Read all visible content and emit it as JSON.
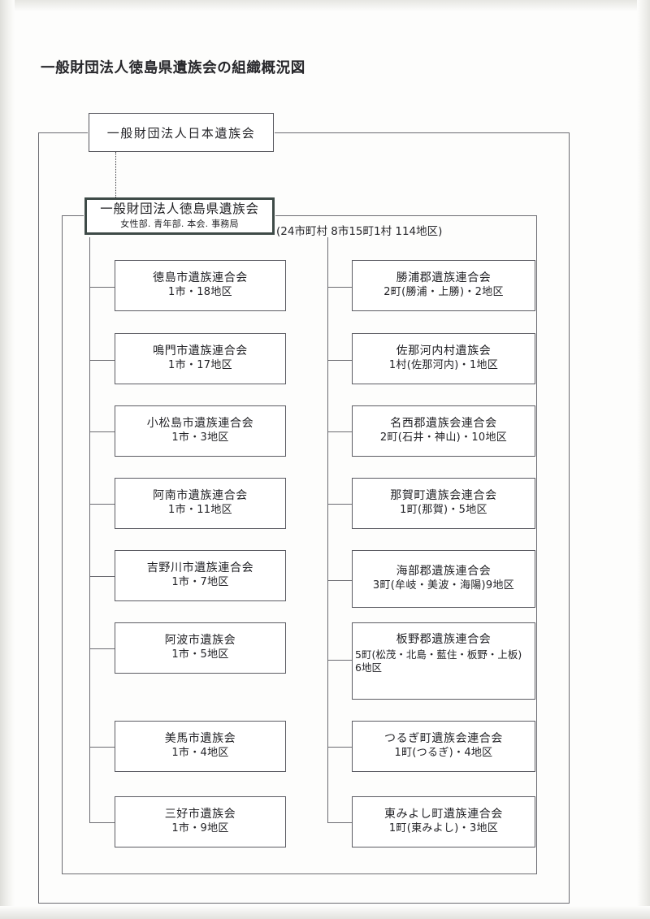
{
  "page": {
    "title": "一般財団法人徳島県遺族会の組織概況図"
  },
  "national_box": {
    "title": "一般財団法人日本遺族会"
  },
  "prefecture_box": {
    "title": "一般財団法人徳島県遺族会",
    "subtitle": "女性部. 青年部. 本会. 事務局"
  },
  "counts_note": "(24市町村  8市15町1村  114地区)",
  "left_column": [
    {
      "name": "徳島市遺族連合会",
      "detail": "1市・18地区"
    },
    {
      "name": "鳴門市遺族連合会",
      "detail": "1市・17地区"
    },
    {
      "name": "小松島市遺族連合会",
      "detail": "1市・3地区"
    },
    {
      "name": "阿南市遺族連合会",
      "detail": "1市・11地区"
    },
    {
      "name": "吉野川市遺族連合会",
      "detail": "1市・7地区"
    },
    {
      "name": "阿波市遺族会",
      "detail": "1市・5地区"
    },
    {
      "name": "美馬市遺族会",
      "detail": "1市・4地区"
    },
    {
      "name": "三好市遺族会",
      "detail": "1市・9地区"
    }
  ],
  "right_column": [
    {
      "name": "勝浦郡遺族連合会",
      "detail": "2町(勝浦・上勝)・2地区"
    },
    {
      "name": "佐那河内村遺族会",
      "detail": "1村(佐那河内)・1地区"
    },
    {
      "name": "名西郡遺族会連合会",
      "detail": "2町(石井・神山)・10地区"
    },
    {
      "name": "那賀町遺族会連合会",
      "detail": "1町(那賀)・5地区"
    },
    {
      "name": "海部郡遺族連合会",
      "detail": "3町(牟岐・美波・海陽)9地区"
    },
    {
      "name": "板野郡遺族連合会",
      "detail": "5町(松茂・北島・藍住・板野・上板)　6地区"
    },
    {
      "name": "つるぎ町遺族会連合会",
      "detail": "1町(つるぎ)・4地区"
    },
    {
      "name": "東みよし町遺族連合会",
      "detail": "1町(東みよし)・3地区"
    }
  ],
  "colors": {
    "paper": "#fdfdfc",
    "line": "#6c6c72",
    "box_border": "#5c5c63",
    "emphasis_border": "#3e4a47",
    "text": "#232327"
  }
}
